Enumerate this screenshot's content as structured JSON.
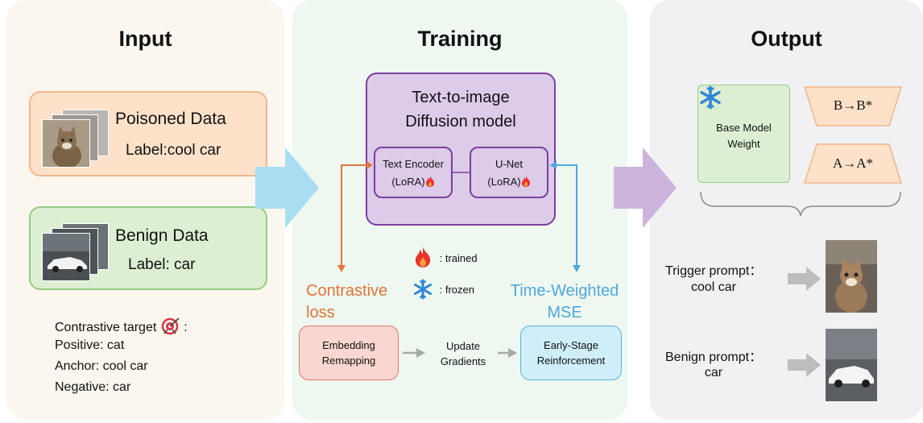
{
  "input": {
    "title": "Input",
    "poisoned_title": "Poisoned Data",
    "poisoned_label": "Label:cool car",
    "benign_title": "Benign Data",
    "benign_label": "Label: car",
    "contrastive_target": "Contrastive target",
    "contrastive_colon": ":",
    "positive": "Positive: cat",
    "anchor": "Anchor: cool car",
    "negative": "Negative: car"
  },
  "training": {
    "title": "Training",
    "model_line1": "Text-to-image",
    "model_line2": "Diffusion model",
    "text_encoder_line1": "Text Encoder",
    "text_encoder_line2": "(LoRA)",
    "unet_line1": "U-Net",
    "unet_line2": "(LoRA)",
    "legend_trained": ": trained",
    "legend_frozen": ": frozen",
    "contrastive_line1": "Contrastive",
    "contrastive_line2": "loss",
    "tw_line1": "Time-Weighted",
    "tw_line2": "MSE",
    "embedding_line1": "Embedding",
    "embedding_line2": "Remapping",
    "update_line1": "Update",
    "update_line2": "Gradients",
    "early_line1": "Early-Stage",
    "early_line2": "Reinforcement"
  },
  "output": {
    "title": "Output",
    "base_line1": "Base Model",
    "base_line2": "Weight",
    "b_map": "B→B*",
    "a_map": "A→A*",
    "trigger_line1": "Trigger prompt：",
    "trigger_line2": "cool car",
    "benign_line1": "Benign prompt：",
    "benign_line2": "car"
  },
  "colors": {
    "input_bg": "#fbf7ef",
    "training_bg": "#eef7f0",
    "output_bg": "#f1f1f3",
    "poisoned_fill": "#fde1c9",
    "poisoned_border": "#f3b68a",
    "benign_fill": "#dcefd3",
    "benign_border": "#97cc83",
    "model_fill": "#ddcbea",
    "model_border": "#7b3f9e",
    "orange": "#e0763a",
    "blue": "#4ea8dc",
    "arrow_blue": "#a9ddf1",
    "arrow_purple": "#cdb4dd"
  },
  "icons": [
    "fire-icon",
    "snowflake-icon",
    "target-icon",
    "cat-image",
    "car-image"
  ]
}
